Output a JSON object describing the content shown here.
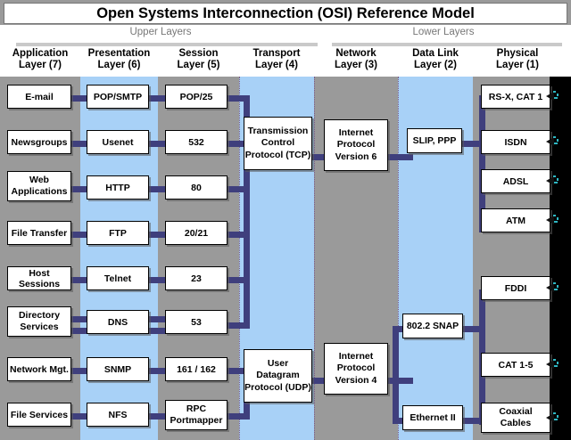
{
  "title": "Open Systems Interconnection (OSI) Reference Model",
  "groups": [
    {
      "label": "Upper Layers"
    },
    {
      "label": "Lower Layers"
    }
  ],
  "columns": [
    {
      "name": "Application",
      "sub": "Layer (7)",
      "band": "gray"
    },
    {
      "name": "Presentation",
      "sub": "Layer (6)",
      "band": "blue"
    },
    {
      "name": "Session",
      "sub": "Layer (5)",
      "band": "gray"
    },
    {
      "name": "Transport",
      "sub": "Layer (4)",
      "band": "blue"
    },
    {
      "name": "Network",
      "sub": "Layer (3)",
      "band": "gray"
    },
    {
      "name": "Data Link",
      "sub": "Layer (2)",
      "band": "blue"
    },
    {
      "name": "Physical",
      "sub": "Layer (1)",
      "band": "gray"
    }
  ],
  "application": [
    "E-mail",
    "Newsgroups",
    "Web\nApplications",
    "File Transfer",
    "Host Sessions",
    "Directory\nServices",
    "Network Mgt.",
    "File Services"
  ],
  "presentation": [
    "POP/SMTP",
    "Usenet",
    "HTTP",
    "FTP",
    "Telnet",
    "DNS",
    "SNMP",
    "NFS"
  ],
  "session": [
    "POP/25",
    "532",
    "80",
    "20/21",
    "23",
    "53",
    "161 / 162",
    "RPC\nPortmapper"
  ],
  "transport": [
    {
      "label": "Transmission\nControl\nProtocol (TCP)"
    },
    {
      "label": "User\nDatagram\nProtocol (UDP)"
    }
  ],
  "network": [
    {
      "label": "Internet\nProtocol\nVersion 6"
    },
    {
      "label": "Internet\nProtocol\nVersion 4"
    }
  ],
  "datalink": [
    "SLIP, PPP",
    "802.2 SNAP",
    "Ethernet II"
  ],
  "physical": [
    "RS-X, CAT 1",
    "ISDN",
    "ADSL",
    "ATM",
    "FDDI",
    "CAT 1-5",
    "Coaxial\nCables"
  ],
  "colors": {
    "band_gray": "#9a9a9a",
    "band_blue": "#a8d1f7",
    "connector": "#3f3f7d",
    "box_fill": "#ffffff",
    "box_border": "#000000",
    "title_bg": "#ffffff",
    "group_text": "#777777",
    "edge_black": "#000000",
    "spark_teal": "#2fb8c4"
  }
}
